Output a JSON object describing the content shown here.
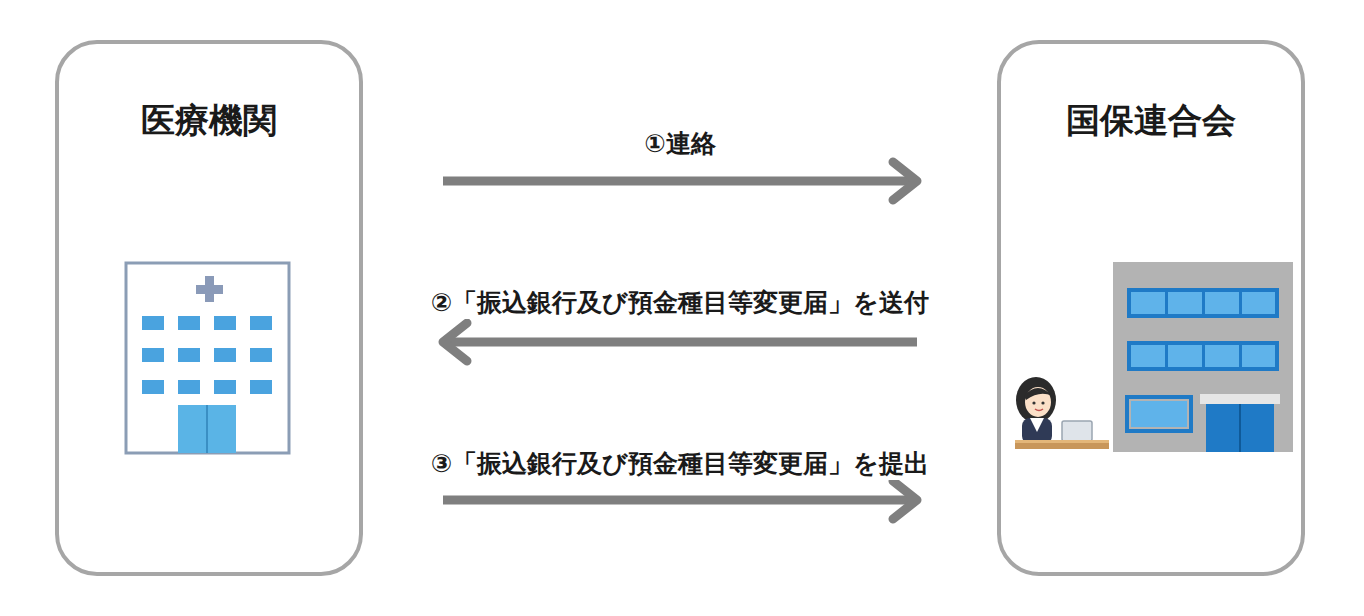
{
  "diagram": {
    "nodes": [
      {
        "text": [
          "医療機関"
        ]
      },
      {
        "text": [
          "国保連合会"
        ]
      }
    ],
    "edges": [
      {
        "from": 0,
        "to": 1,
        "arrow": "to",
        "label": "①連絡"
      },
      {
        "from": 1,
        "to": 0,
        "arrow": "to",
        "label": "②「振込銀行及び預金種目等変更届」を送付"
      },
      {
        "from": 0,
        "to": 1,
        "arrow": "to",
        "label": "③「振込銀行及び預金種目等変更届」を提出"
      }
    ]
  }
}
